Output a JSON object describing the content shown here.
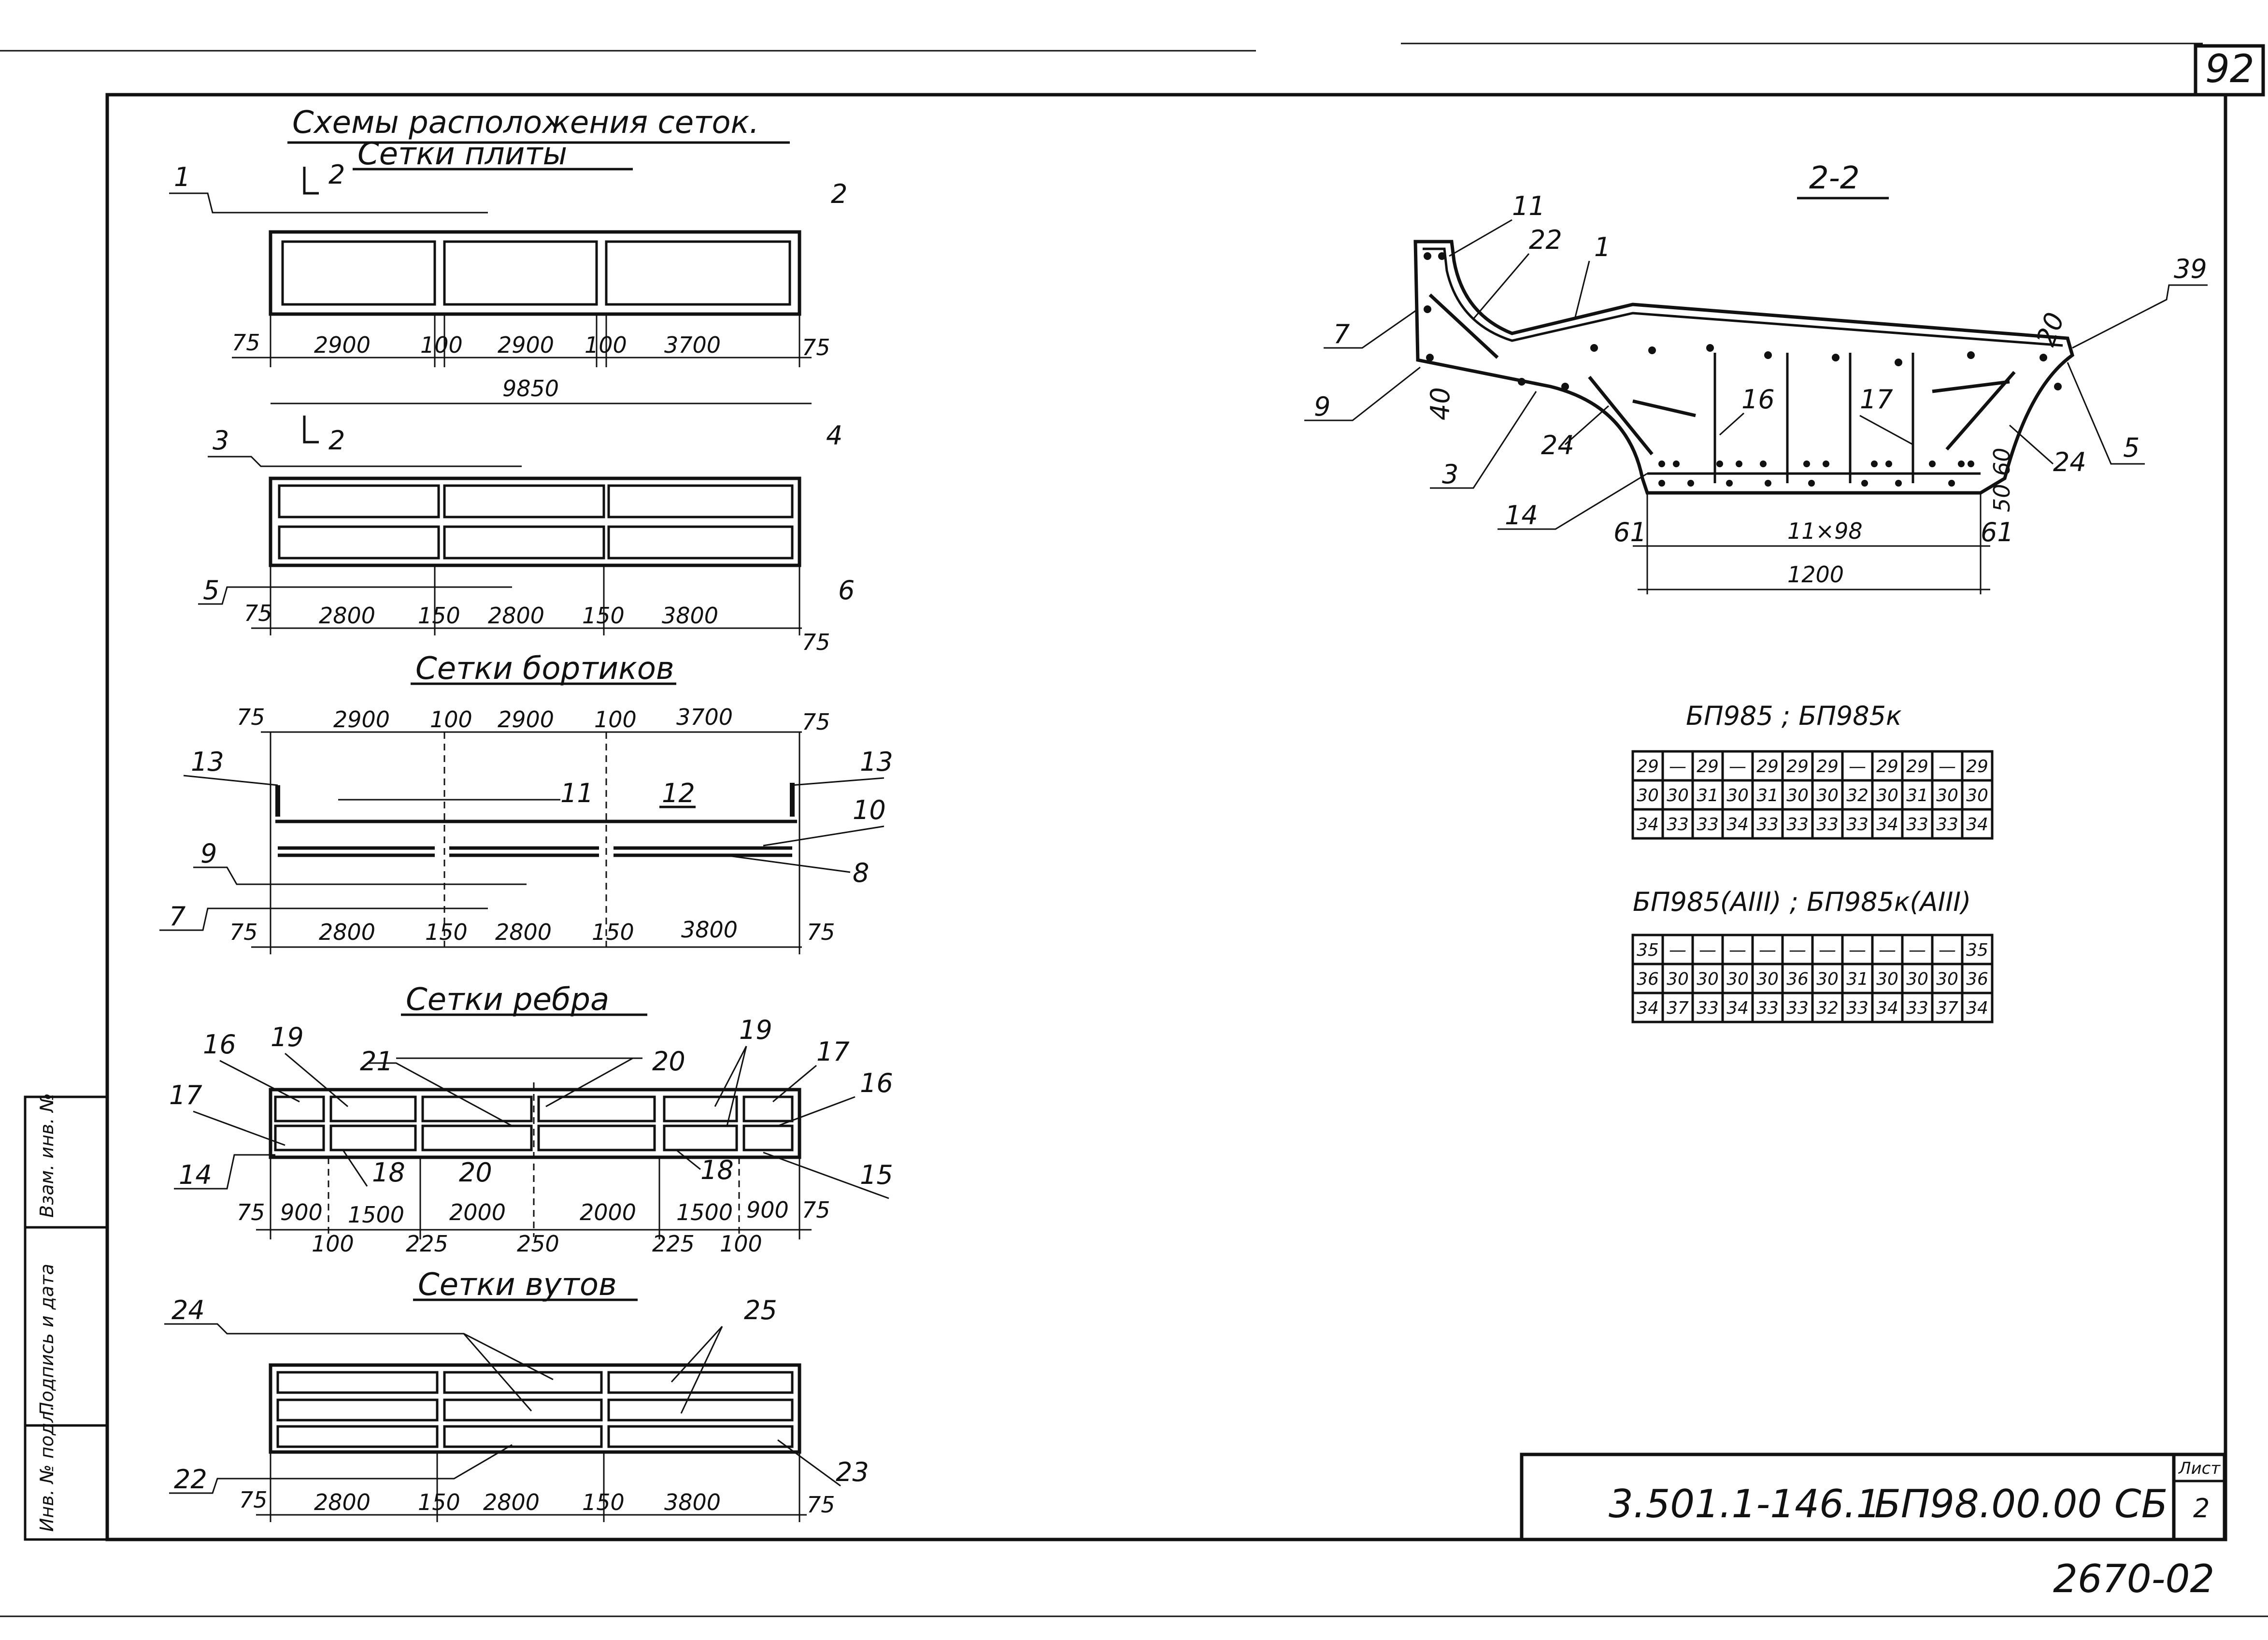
{
  "sheet": {
    "page_number": "92",
    "bottom_code": "2670-02",
    "stamp_doc": "3.501.1-146.1",
    "stamp_code": "БП98.00.00 СБ",
    "sheet_label": "Лист",
    "sheet_number": "2",
    "side_labels": [
      "Инв. № подл.",
      "Подпись и дата",
      "Взам. инв. №"
    ]
  },
  "schemes": {
    "title": "Схемы расположения сеток.",
    "slab": {
      "title": "Сетки плиты",
      "section_mark": "2",
      "top_labels": [
        "1",
        "2"
      ],
      "top_dims": [
        "75",
        "2900",
        "100",
        "2900",
        "100",
        "3700",
        "75"
      ],
      "total": "9850",
      "bottom_labels": [
        "3",
        "4",
        "5",
        "6"
      ],
      "bottom_dims": [
        "75",
        "2800",
        "150",
        "2800",
        "150",
        "3800",
        "75"
      ]
    },
    "sides": {
      "title": "Сетки бортиков",
      "top_dims": [
        "75",
        "2900",
        "100",
        "2900",
        "100",
        "3700",
        "75"
      ],
      "labels": [
        "13",
        "11",
        "12",
        "13",
        "10",
        "9",
        "8",
        "7"
      ],
      "bottom_dims": [
        "75",
        "2800",
        "150",
        "2800",
        "150",
        "3800",
        "75"
      ]
    },
    "rib": {
      "title": "Сетки ребра",
      "labels": [
        "16",
        "19",
        "21",
        "20",
        "19",
        "17",
        "17",
        "16",
        "18",
        "20",
        "18",
        "14",
        "15"
      ],
      "dims_top": [
        "75",
        "900",
        "1500",
        "2000",
        "2000",
        "1500",
        "900",
        "75"
      ],
      "dims_bottom": [
        "100",
        "225",
        "250",
        "225",
        "100"
      ]
    },
    "haunch": {
      "title": "Сетки вутов",
      "labels": [
        "24",
        "25",
        "22",
        "23"
      ],
      "dims": [
        "75",
        "2800",
        "150",
        "2800",
        "150",
        "3800",
        "75"
      ]
    }
  },
  "section": {
    "title": "2-2",
    "labels": [
      "11",
      "22",
      "1",
      "39",
      "7",
      "9",
      "40",
      "3",
      "24",
      "16",
      "17",
      "20",
      "24",
      "5",
      "14",
      "61",
      "61"
    ],
    "dims": {
      "spacing": "11×98",
      "width": "1200",
      "small1": "50",
      "small2": "60"
    }
  },
  "tables": [
    {
      "title": "БП985 ; БП985к",
      "rows": [
        [
          "29",
          "—",
          "29",
          "—",
          "29",
          "29",
          "29",
          "—",
          "29",
          "29",
          "—",
          "29"
        ],
        [
          "30",
          "30",
          "31",
          "30",
          "31",
          "30",
          "30",
          "32",
          "30",
          "31",
          "30",
          "30"
        ],
        [
          "34",
          "33",
          "33",
          "34",
          "33",
          "33",
          "33",
          "33",
          "34",
          "33",
          "33",
          "34"
        ]
      ]
    },
    {
      "title": "БП985(АIII) ; БП985к(АIII)",
      "rows": [
        [
          "35",
          "—",
          "—",
          "—",
          "—",
          "—",
          "—",
          "—",
          "—",
          "—",
          "—",
          "35"
        ],
        [
          "36",
          "30",
          "30",
          "30",
          "30",
          "36",
          "30",
          "31",
          "30",
          "30",
          "30",
          "36"
        ],
        [
          "34",
          "37",
          "33",
          "34",
          "33",
          "33",
          "32",
          "33",
          "34",
          "33",
          "37",
          "34"
        ]
      ]
    }
  ]
}
